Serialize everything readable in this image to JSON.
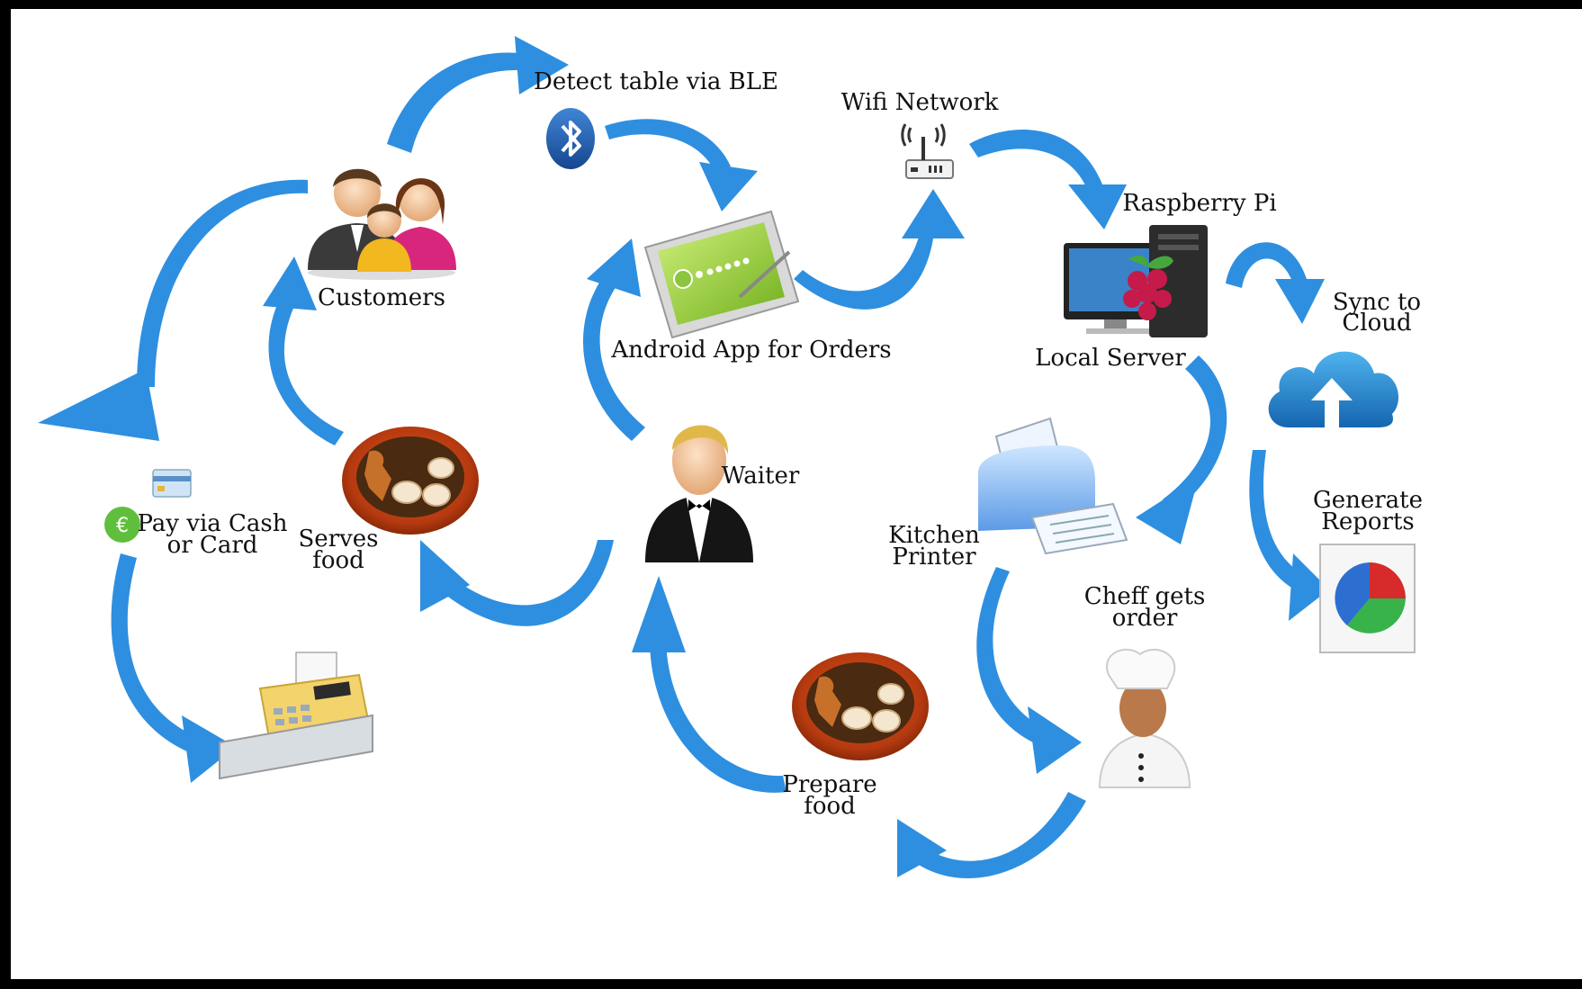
{
  "colors": {
    "arrow": "#2e8fe0",
    "background": "#ffffff",
    "frame": "#000000"
  },
  "nodes": {
    "customers": {
      "label": "Customers",
      "icon": "family-icon"
    },
    "ble": {
      "label": "Detect table via BLE",
      "icon": "bluetooth-icon"
    },
    "wifi": {
      "label": "Wifi Network",
      "icon": "wifi-router-icon"
    },
    "android_app": {
      "label": "Android App for Orders",
      "icon": "tablet-icon"
    },
    "raspberry_pi": {
      "label": "Raspberry Pi",
      "icon": "raspberry-pi-icon"
    },
    "local_server": {
      "label": "Local Server",
      "icon": "desktop-computer-icon"
    },
    "sync_cloud": {
      "label": "Sync to\nCloud",
      "icon": "cloud-upload-icon"
    },
    "generate_reports": {
      "label": "Generate\nReports",
      "icon": "pie-chart-report-icon"
    },
    "waiter": {
      "label": "Waiter",
      "icon": "waiter-icon"
    },
    "serves_food": {
      "label": "Serves\nfood",
      "icon": "food-plate-icon"
    },
    "pay": {
      "label": "Pay via Cash\nor Card",
      "icon_card": "credit-card-icon",
      "icon_coin": "euro-coin-icon"
    },
    "cash_register": {
      "icon": "cash-register-icon"
    },
    "kitchen_printer": {
      "label": "Kitchen\nPrinter",
      "icon": "printer-icon"
    },
    "chef": {
      "label": "Cheff gets\norder",
      "icon": "chef-icon"
    },
    "prepare_food": {
      "label": "Prepare\nfood",
      "icon": "food-plate-icon"
    }
  }
}
